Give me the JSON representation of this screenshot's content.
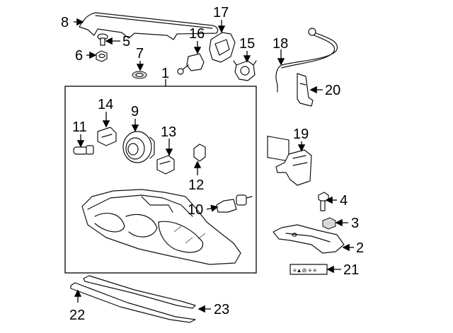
{
  "callouts": {
    "c1": "1",
    "c2": "2",
    "c3": "3",
    "c4": "4",
    "c5": "5",
    "c6": "6",
    "c7": "7",
    "c8": "8",
    "c9": "9",
    "c10": "10",
    "c11": "11",
    "c12": "12",
    "c13": "13",
    "c14": "14",
    "c15": "15",
    "c16": "16",
    "c17": "17",
    "c18": "18",
    "c19": "19",
    "c20": "20",
    "c21": "21",
    "c22": "22",
    "c23": "23"
  },
  "colors": {
    "line": "#111111",
    "background": "#ffffff",
    "shade": "#d9d9d9"
  }
}
